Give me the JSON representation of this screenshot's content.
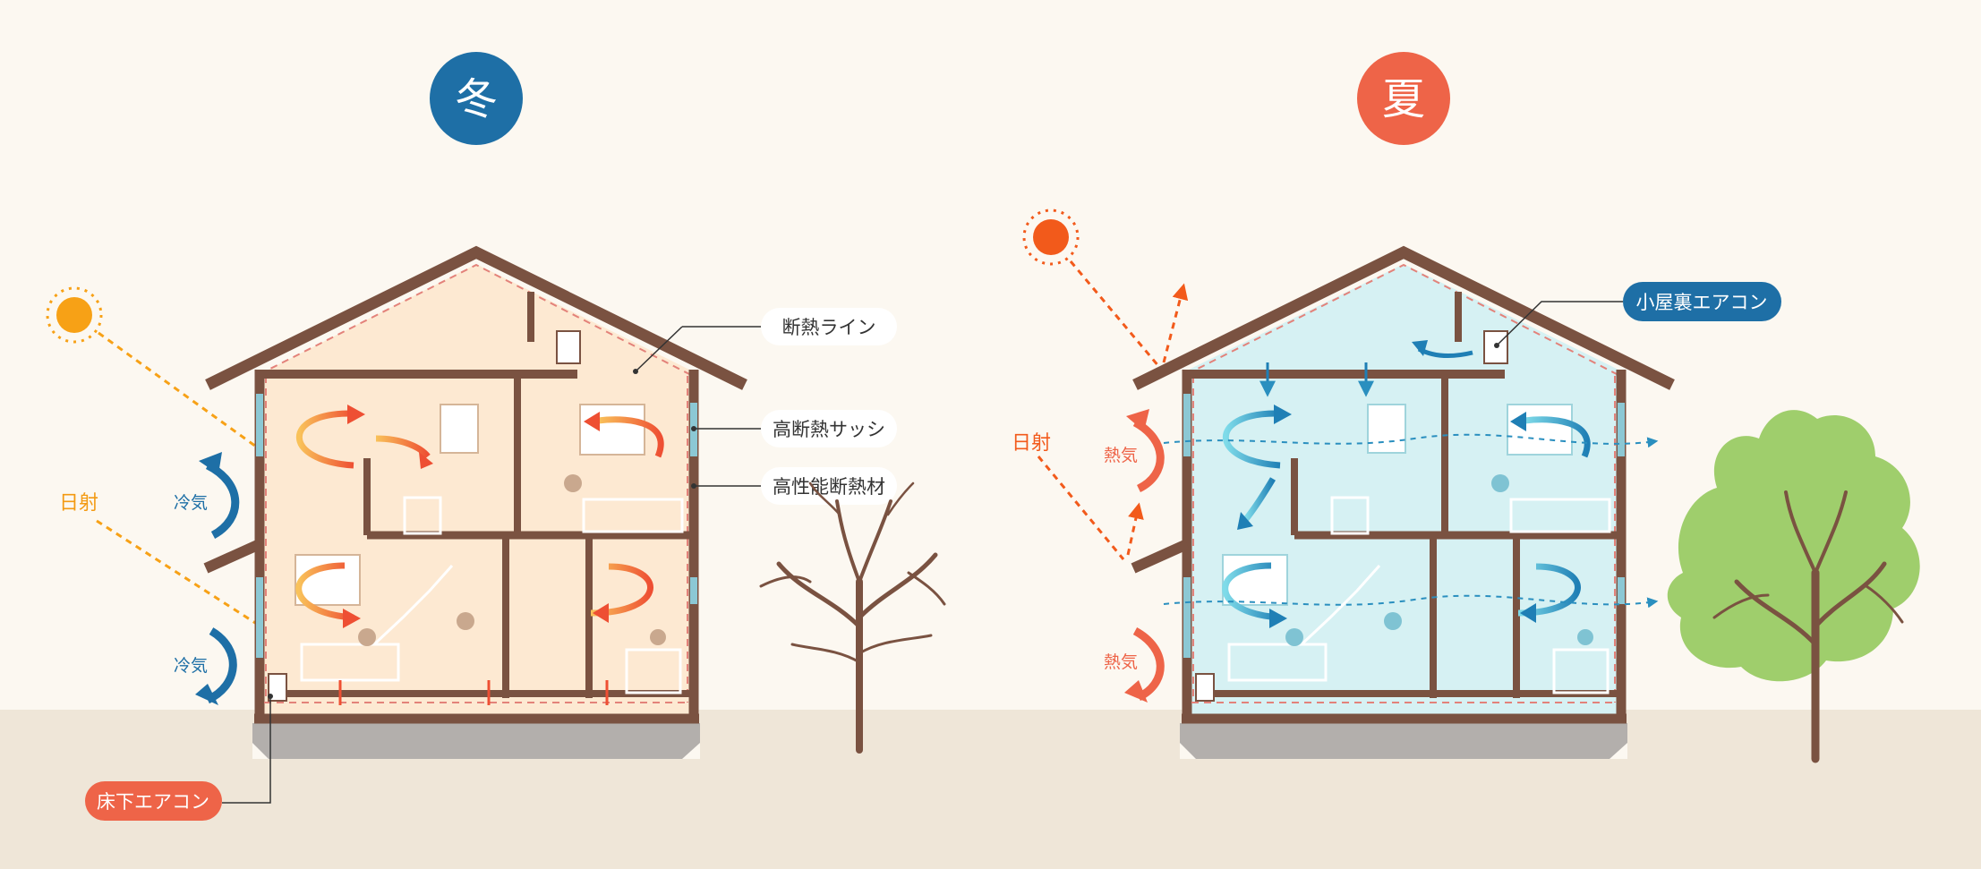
{
  "colors": {
    "background": "#fcf8f1",
    "ground": "#efe6d8",
    "wall": "#7a5241",
    "winter_accent": "#1e6fa6",
    "summer_accent": "#ee6448",
    "sun_winter": "#f7a116",
    "sun_summer": "#f25a1b",
    "winter_interior": "#fde9d2",
    "summer_interior": "#d6f1f3",
    "warm_arrow": "#ef5b38",
    "cool_arrow": "#2aa9cc",
    "tree_leaf": "#9fce6c",
    "tree_trunk": "#7a5241",
    "insulation_line": "#e3827a",
    "window": "#8cc8d4"
  },
  "winter": {
    "badge": "冬",
    "labels": {
      "insulation_line": "断熱ライン",
      "high_sash": "高断熱サッシ",
      "insulation_material": "高性能断熱材",
      "solar": "日射",
      "cold_air_top": "冷気",
      "cold_air_bottom": "冷気",
      "underfloor_ac": "床下エアコン"
    }
  },
  "summer": {
    "badge": "夏",
    "labels": {
      "attic_ac": "小屋裏エアコン",
      "solar": "日射",
      "hot_air_top": "熱気",
      "hot_air_bottom": "熱気"
    }
  }
}
